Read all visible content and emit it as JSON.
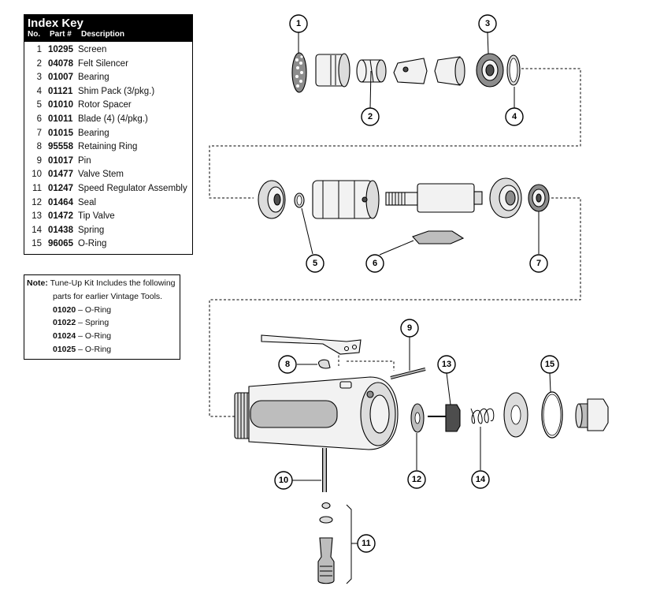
{
  "index_key": {
    "title": "Index Key",
    "headers": {
      "no": "No.",
      "part": "Part #",
      "description": "Description"
    },
    "rows": [
      {
        "no": "1",
        "part": "10295",
        "description": "Screen"
      },
      {
        "no": "2",
        "part": "04078",
        "description": "Felt Silencer"
      },
      {
        "no": "3",
        "part": "01007",
        "description": "Bearing"
      },
      {
        "no": "4",
        "part": "01121",
        "description": "Shim Pack (3/pkg.)"
      },
      {
        "no": "5",
        "part": "01010",
        "description": "Rotor Spacer"
      },
      {
        "no": "6",
        "part": "01011",
        "description": "Blade (4) (4/pkg.)"
      },
      {
        "no": "7",
        "part": "01015",
        "description": "Bearing"
      },
      {
        "no": "8",
        "part": "95558",
        "description": "Retaining Ring"
      },
      {
        "no": "9",
        "part": "01017",
        "description": "Pin"
      },
      {
        "no": "10",
        "part": "01477",
        "description": "Valve Stem"
      },
      {
        "no": "11",
        "part": "01247",
        "description": "Speed Regulator Assembly"
      },
      {
        "no": "12",
        "part": "01464",
        "description": "Seal"
      },
      {
        "no": "13",
        "part": "01472",
        "description": "Tip Valve"
      },
      {
        "no": "14",
        "part": "01438",
        "description": "Spring"
      },
      {
        "no": "15",
        "part": "96065",
        "description": "O-Ring"
      }
    ]
  },
  "note": {
    "label": "Note:",
    "line1": "Tune-Up Kit Includes the following",
    "line2": "parts for earlier Vintage Tools.",
    "items": [
      {
        "part": "01020",
        "description": " – O-Ring"
      },
      {
        "part": "01022",
        "description": " – Spring"
      },
      {
        "part": "01024",
        "description": " – O-Ring"
      },
      {
        "part": "01025",
        "description": " – O-Ring"
      }
    ]
  },
  "callouts": [
    "1",
    "2",
    "3",
    "4",
    "5",
    "6",
    "7",
    "8",
    "9",
    "10",
    "11",
    "12",
    "13",
    "14",
    "15"
  ]
}
